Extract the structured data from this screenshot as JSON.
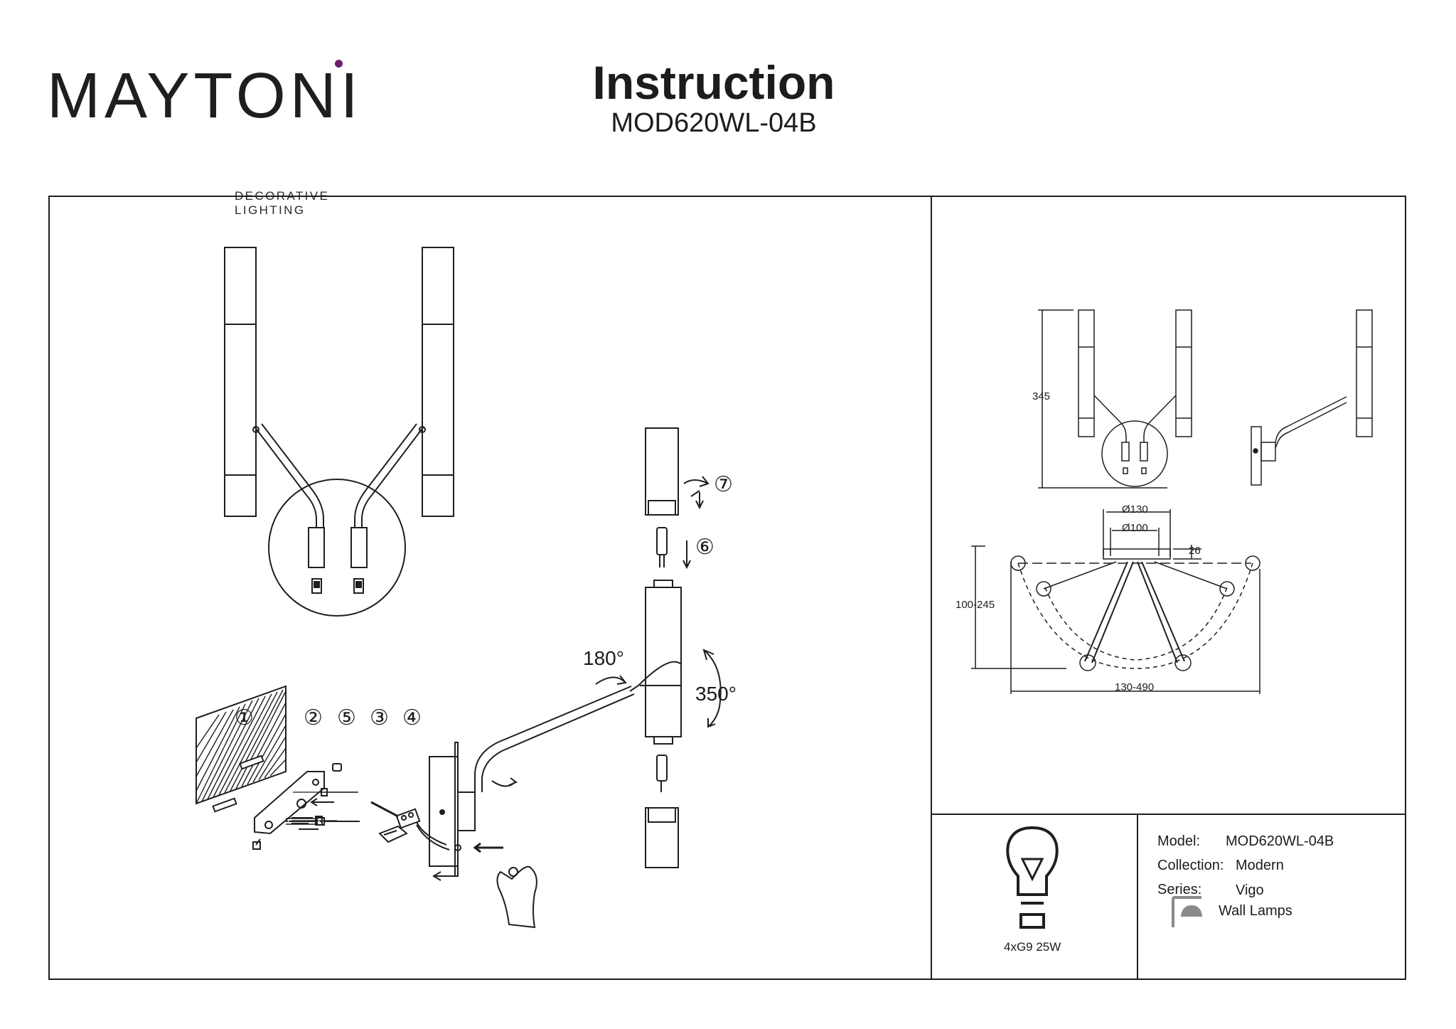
{
  "brand": {
    "name": "MAYTONI",
    "tagline": "DECORATIVE LIGHTING",
    "dot_color": "#6b1e6a"
  },
  "header": {
    "title": "Instruction",
    "model_code": "MOD620WL-04B"
  },
  "assembly": {
    "part_labels": [
      "①",
      "②",
      "⑤",
      "③",
      "④"
    ],
    "step_labels": [
      "⑥",
      "⑦"
    ],
    "rotation_arm": "180°",
    "rotation_head": "350°"
  },
  "dimensions": {
    "height": "345",
    "outer_diameter": "Ø130",
    "inner_diameter": "Ø100",
    "base_depth": "26",
    "depth_range": "100-245",
    "width_range": "130-490"
  },
  "spec": {
    "bulb": "4xG9 25W"
  },
  "info": {
    "model_label": "Model:",
    "model_value": "MOD620WL-04B",
    "collection_label": "Collection:",
    "collection_value": "Modern",
    "series_label": "Series:",
    "series_value": "Vigo",
    "type_value": "Wall Lamps"
  }
}
